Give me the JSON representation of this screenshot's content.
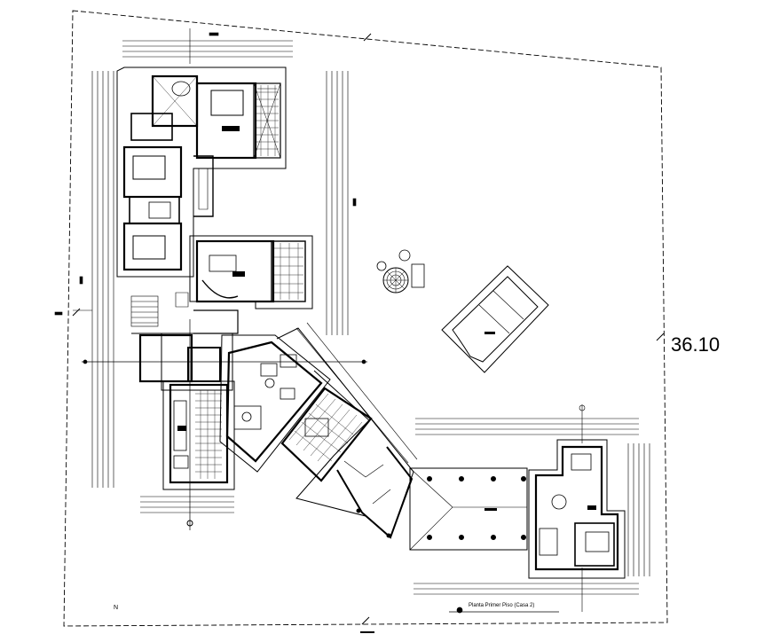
{
  "drawing": {
    "plot_dimension": "36.10",
    "plan_title": "Planta Primer Piso   (Casa 2)",
    "north_marker": "N"
  },
  "colors": {
    "line": "#000000",
    "background": "#ffffff"
  }
}
